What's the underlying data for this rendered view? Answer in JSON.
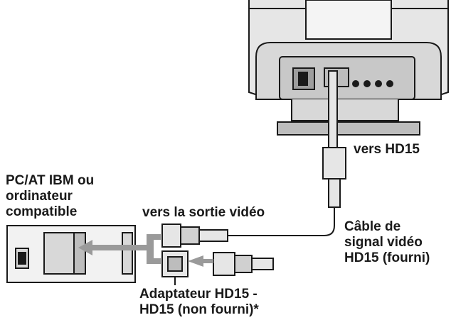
{
  "labels": {
    "to_hd15": "vers HD15",
    "computer": [
      "PC/AT IBM ou",
      "ordinateur",
      "compatible"
    ],
    "video_out": "vers la sortie vidéo",
    "cable": [
      "Câble de",
      "signal vidéo",
      "HD15 (fourni)"
    ],
    "adapter": [
      "Adaptateur HD15 -",
      "HD15 (non fourni)*"
    ]
  },
  "colors": {
    "line": "#1a1a1a",
    "monitor_fill": "#d8d8d8",
    "panel_fill": "#b9b9b9",
    "arrow": "#9a9a9a"
  }
}
